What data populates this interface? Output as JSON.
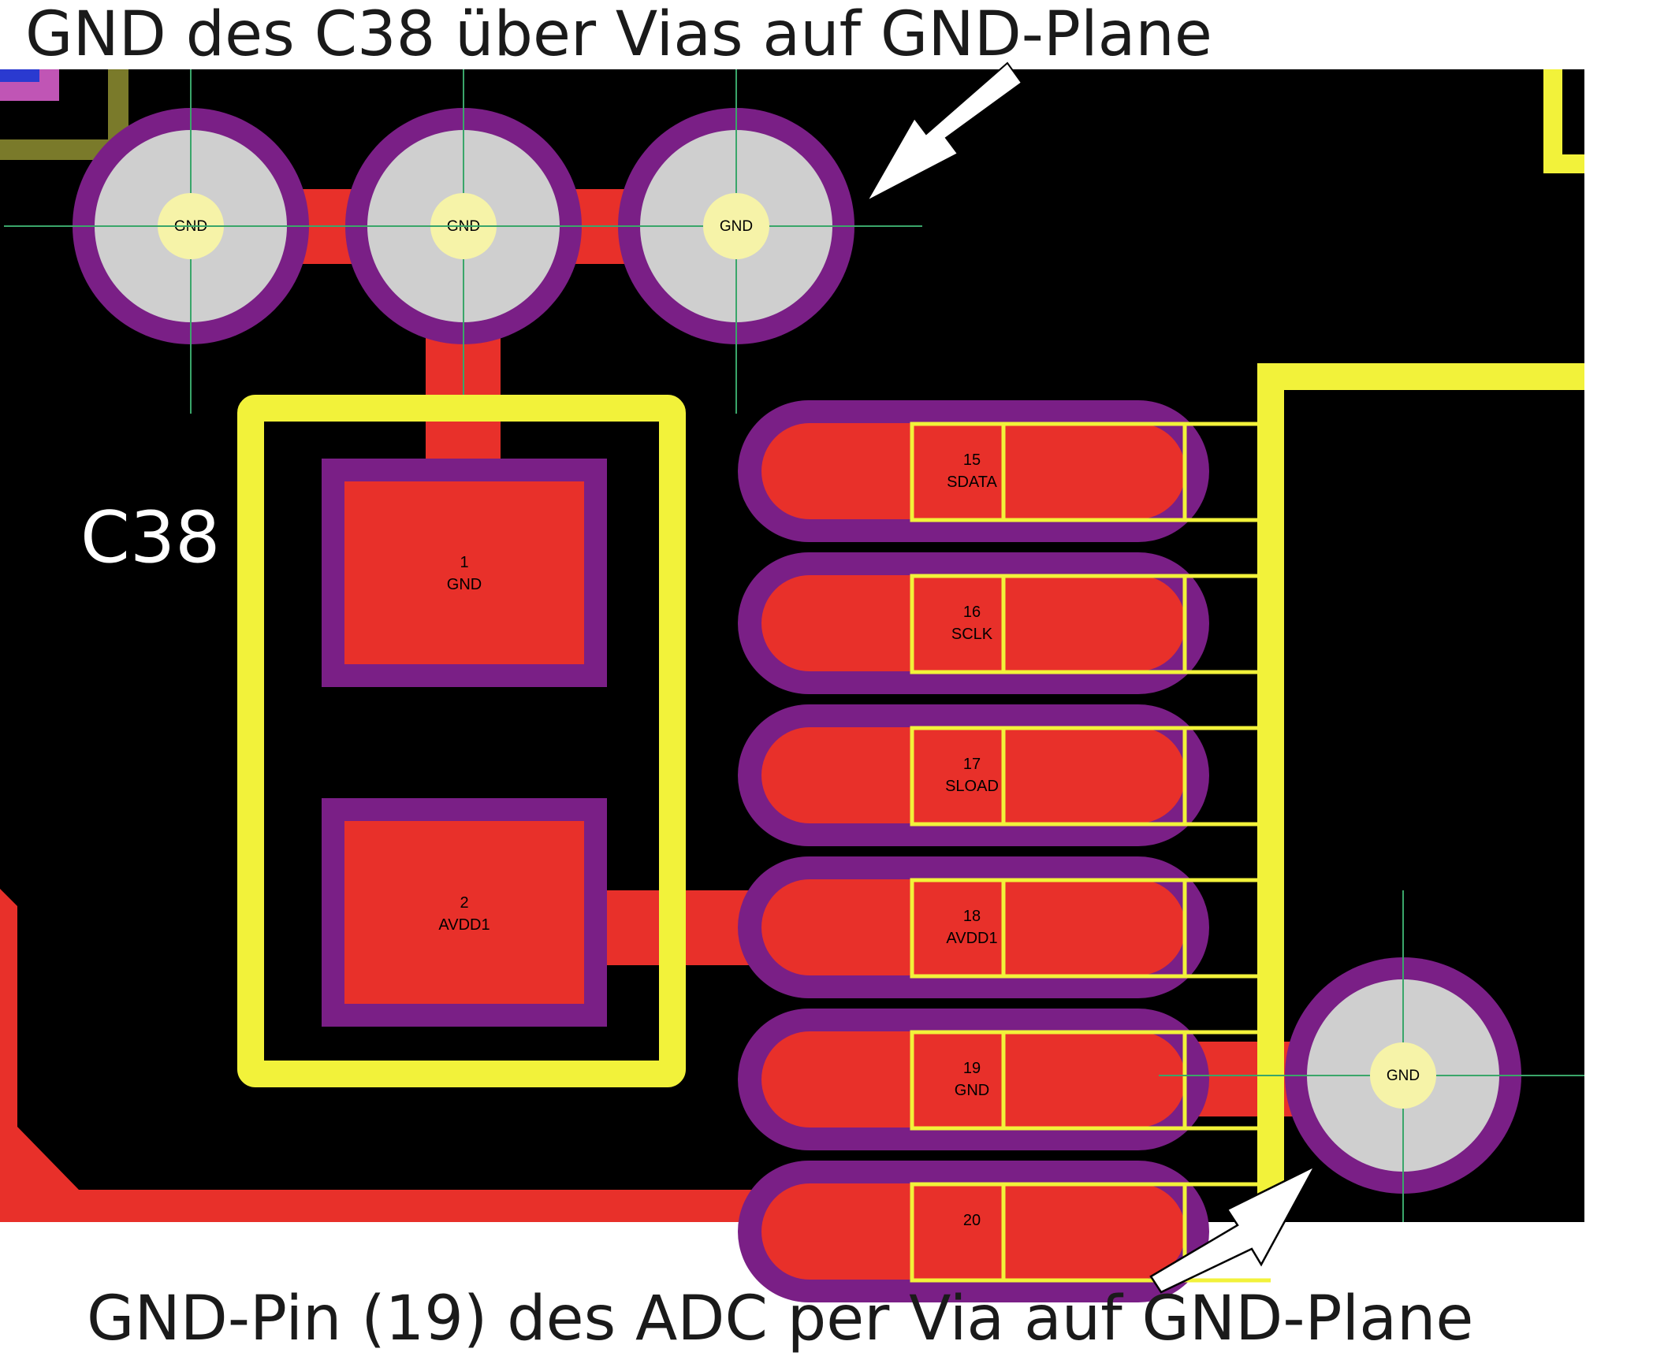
{
  "captions": {
    "top": "GND des C38 über Vias auf GND-Plane",
    "bottom": "GND-Pin (19) des ADC per Via auf GND-Plane"
  },
  "component": {
    "ref": "C38",
    "pads": [
      {
        "number": "1",
        "net": "GND"
      },
      {
        "number": "2",
        "net": "AVDD1"
      }
    ]
  },
  "vias": {
    "top": [
      "GND",
      "GND",
      "GND"
    ],
    "bottom": "GND"
  },
  "adc_pins": [
    {
      "number": "15",
      "net": "SDATA"
    },
    {
      "number": "16",
      "net": "SCLK"
    },
    {
      "number": "17",
      "net": "SLOAD"
    },
    {
      "number": "18",
      "net": "AVDD1"
    },
    {
      "number": "19",
      "net": "GND"
    },
    {
      "number": "20",
      "net": ""
    }
  ],
  "colors": {
    "board": "#000000",
    "copper": "#e8302a",
    "soldermask_ring": "#7a1f86",
    "silkscreen": "#f2f23a",
    "via_fill": "#cfcfcf",
    "via_drill": "#f6f3a8",
    "crosshair": "#3aa66a",
    "arrow": "#ffffff"
  }
}
